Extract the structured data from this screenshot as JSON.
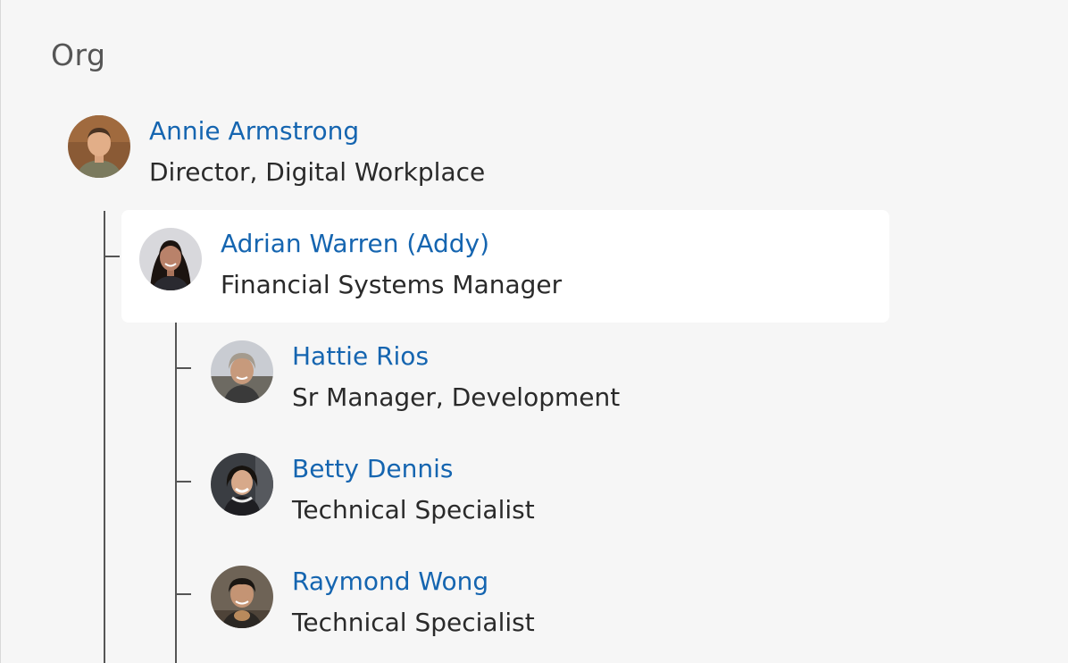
{
  "page": {
    "heading": "Org"
  },
  "colors": {
    "background": "#f6f6f6",
    "link": "#1565b0",
    "text": "#2a2a2a",
    "tree_line": "#555555",
    "card": "#ffffff"
  },
  "people": [
    {
      "name": "Annie Armstrong",
      "title": "Director, Digital Workplace",
      "avatar": "avatar-photo"
    },
    {
      "name": "Adrian Warren (Addy)",
      "title": "Financial Systems Manager",
      "avatar": "avatar-photo",
      "selected": true
    },
    {
      "name": "Hattie Rios",
      "title": "Sr Manager, Development",
      "avatar": "avatar-photo"
    },
    {
      "name": "Betty Dennis",
      "title": "Technical Specialist",
      "avatar": "avatar-photo"
    },
    {
      "name": "Raymond Wong",
      "title": "Technical Specialist",
      "avatar": "avatar-photo"
    }
  ]
}
